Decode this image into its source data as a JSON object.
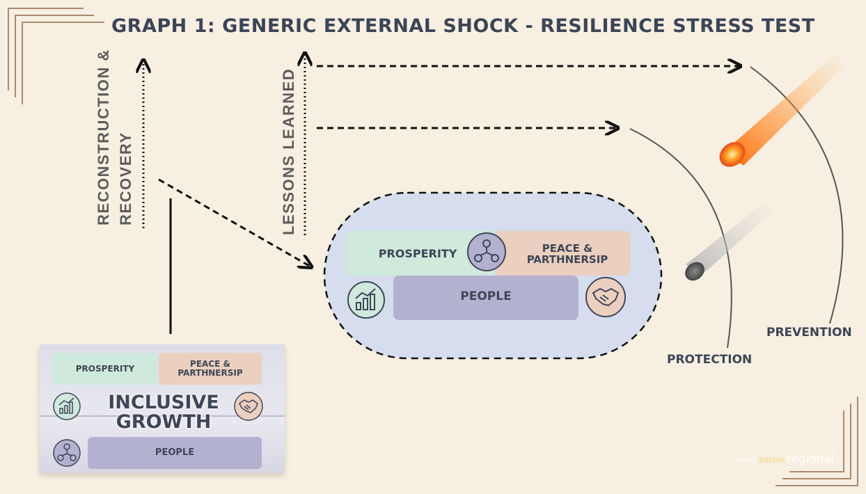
{
  "title": "GRAPH 1: GENERIC EXTERNAL SHOCK - RESILIENCE STRESS TEST",
  "labels": {
    "reconstruction_line1": "RECONSTRUCTION &",
    "reconstruction_line2": "RECOVERY",
    "lessons": "LESSONS LEARNED",
    "protection": "PROTECTION",
    "prevention": "PREVENTION"
  },
  "center": {
    "prosperity": "PROSPERITY",
    "peace_line1": "PEACE &",
    "peace_line2": "PARTHNERSIP",
    "people": "PEOPLE"
  },
  "box": {
    "prosperity": "PROSPERITY",
    "peace_line1": "PEACE &",
    "peace_line2": "PARTHNERSIP",
    "inclusive_line1": "INCLUSIVE",
    "inclusive_line2": "GROWTH",
    "people": "PEOPLE"
  },
  "brand": {
    "part1": "good.",
    "part2": "better.",
    "part3": "regional."
  },
  "colors": {
    "background": "#f7efe1",
    "title": "#3c4556",
    "prosperity": "#cfe9dc",
    "peace": "#ebcfbf",
    "people": "#b3b1d0",
    "oval": "#d5ddee"
  },
  "icons": [
    "growth-chart-icon",
    "handshake-icon",
    "people-network-icon",
    "meteor-fire-icon",
    "meteor-grey-icon"
  ]
}
